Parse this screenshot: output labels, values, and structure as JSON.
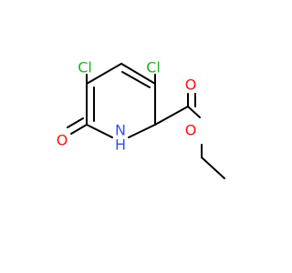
{
  "molecule": {
    "atoms": {
      "cl_left": {
        "label": "Cl",
        "color": "#1fb41f"
      },
      "cl_right": {
        "label": "Cl",
        "color": "#1fb41f"
      },
      "oxo": {
        "label": "O",
        "color": "#ff0d0d"
      },
      "nh": {
        "label": "N",
        "color": "#3050f8"
      },
      "nh_h": {
        "label": "H",
        "color": "#3050f8"
      },
      "carbonyl_o": {
        "label": "O",
        "color": "#ff0d0d"
      },
      "ester_o": {
        "label": "O",
        "color": "#ff0d0d"
      }
    },
    "bond_color": "#000000"
  }
}
